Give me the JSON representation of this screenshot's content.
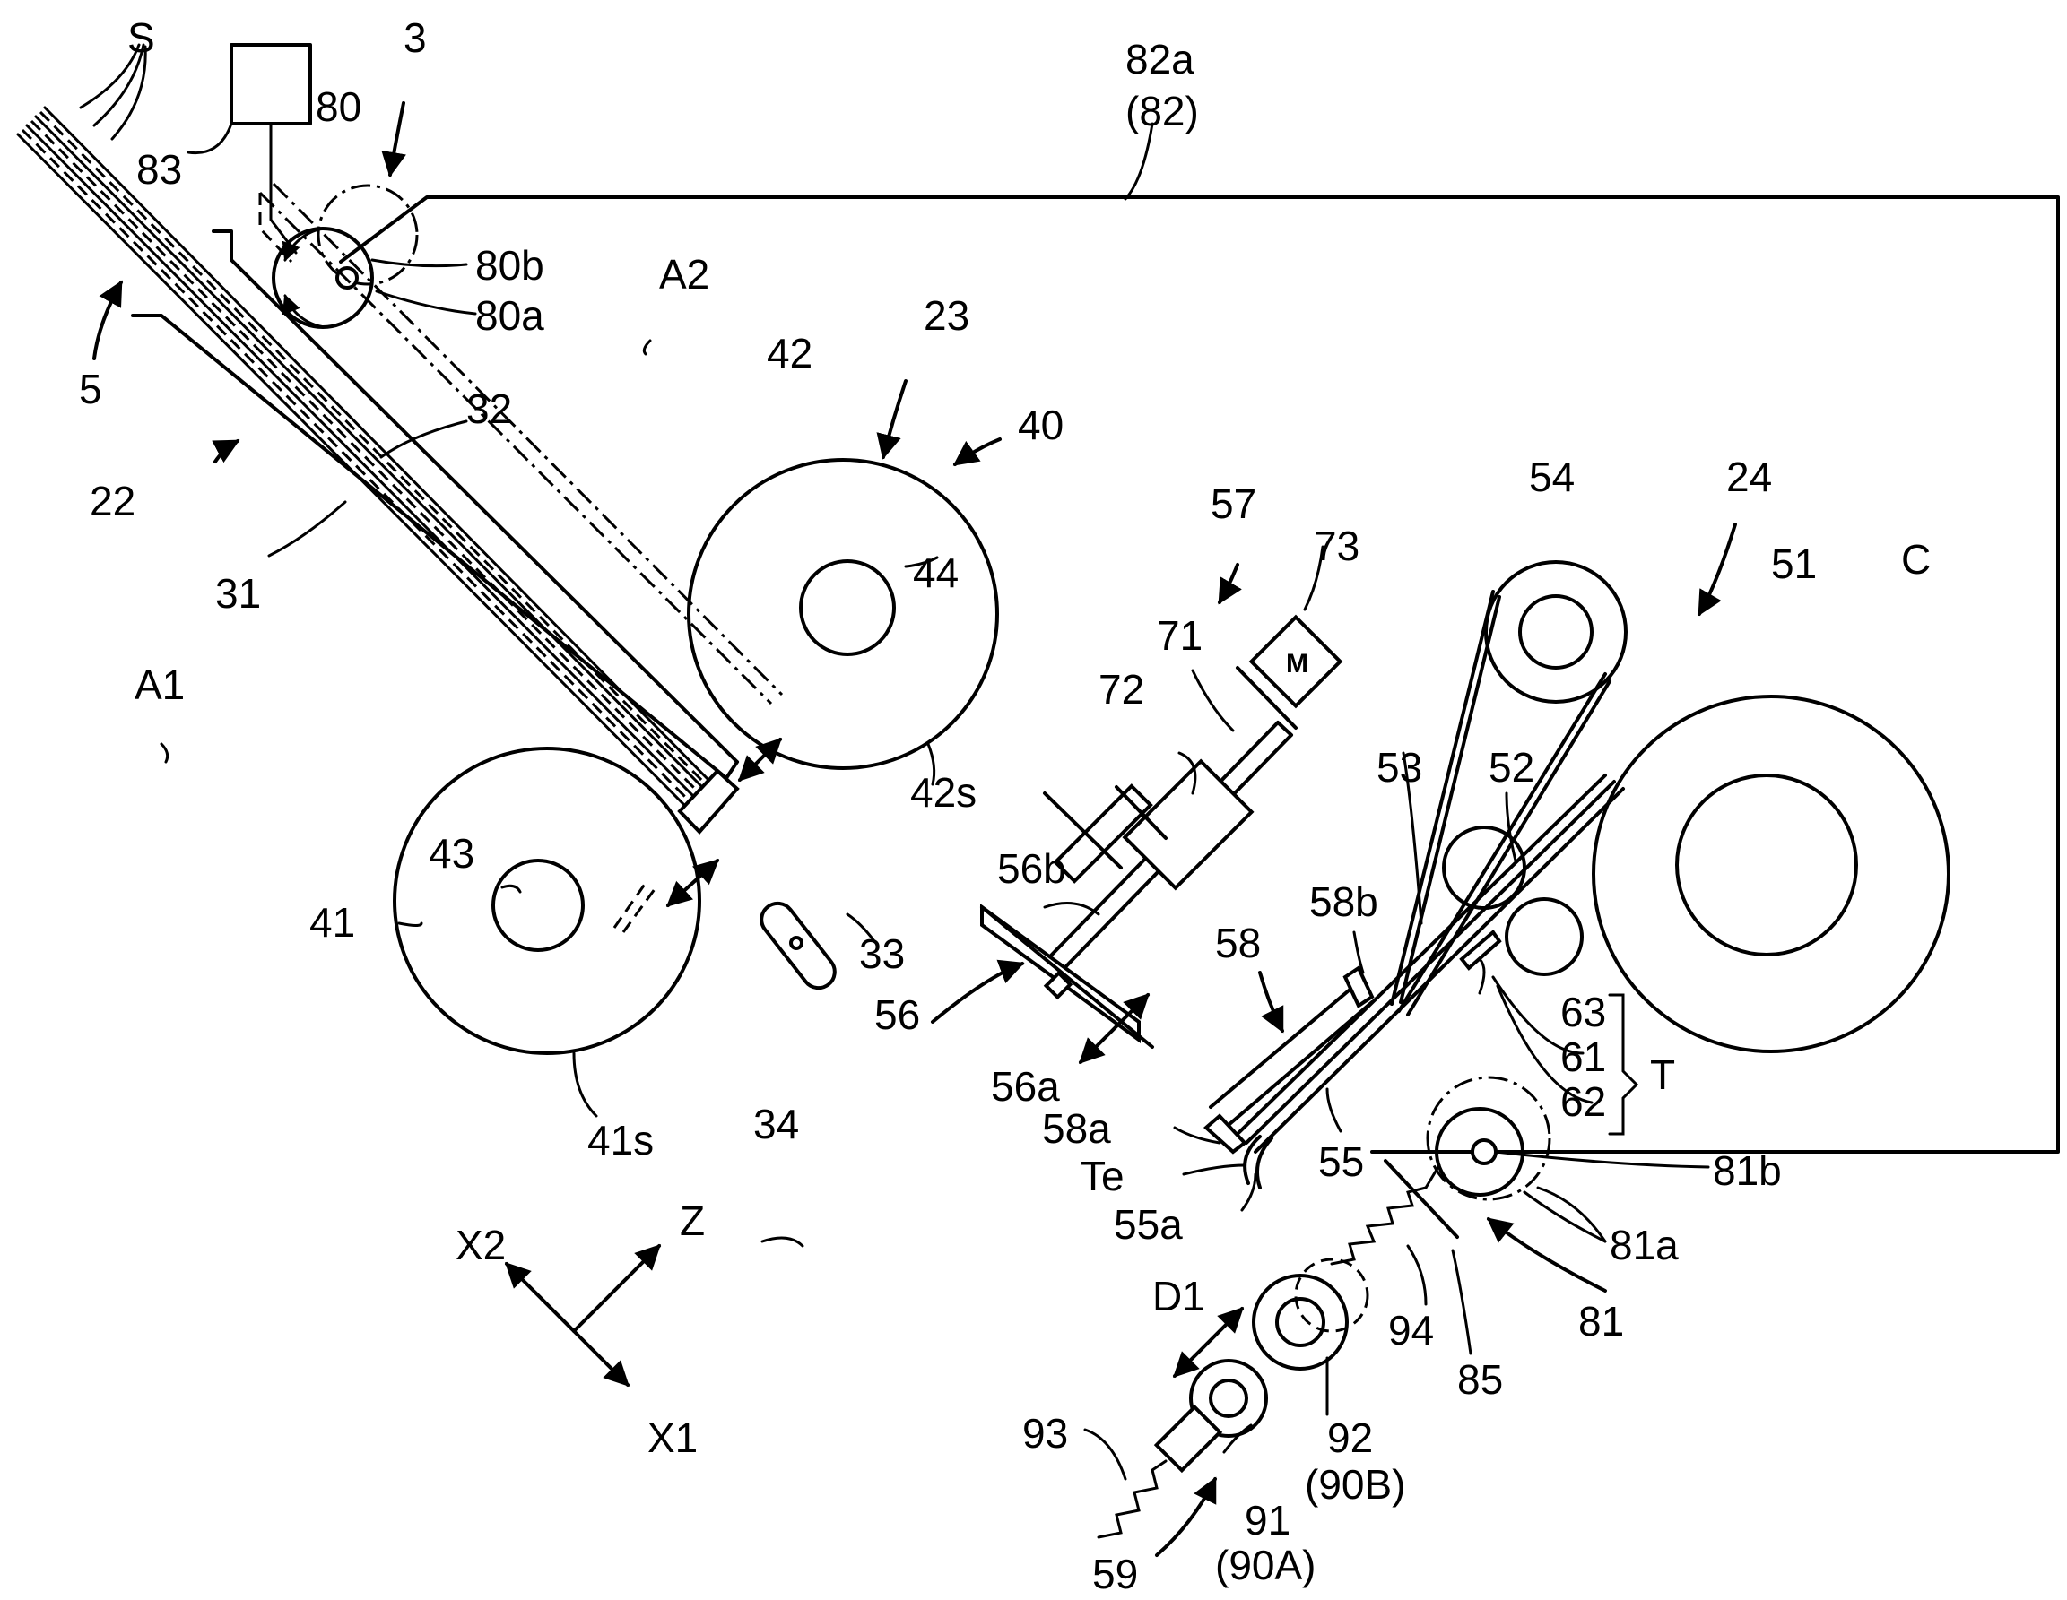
{
  "labels": {
    "S": "S",
    "n3": "3",
    "n80": "80",
    "n83": "83",
    "n80b": "80b",
    "n80a": "80a",
    "n82a": "82a",
    "n82p": "(82)",
    "n5": "5",
    "A2": "A2",
    "n23": "23",
    "n42": "42",
    "n40": "40",
    "n32": "32",
    "n22": "22",
    "n31": "31",
    "n44": "44",
    "n57": "57",
    "n73": "73",
    "n71": "71",
    "n72": "72",
    "n54": "54",
    "n24": "24",
    "n51": "51",
    "C": "C",
    "A1": "A1",
    "n42s": "42s",
    "n43": "43",
    "n41": "41",
    "n56b": "56b",
    "n53": "53",
    "n52": "52",
    "n58b": "58b",
    "n58": "58",
    "n33": "33",
    "n56": "56",
    "n34": "34",
    "n56a": "56a",
    "n63": "63",
    "n61": "61",
    "T": "T",
    "n62": "62",
    "n41s": "41s",
    "n58a": "58a",
    "n55": "55",
    "Te": "Te",
    "n81b": "81b",
    "n55a": "55a",
    "n81a": "81a",
    "Z": "Z",
    "X2": "X2",
    "D1": "D1",
    "n81": "81",
    "n94": "94",
    "n85": "85",
    "X1": "X1",
    "n93": "93",
    "n92": "92",
    "n90B": "(90B)",
    "n91": "91",
    "n90A": "(90A)",
    "n59": "59",
    "motor": "M"
  }
}
